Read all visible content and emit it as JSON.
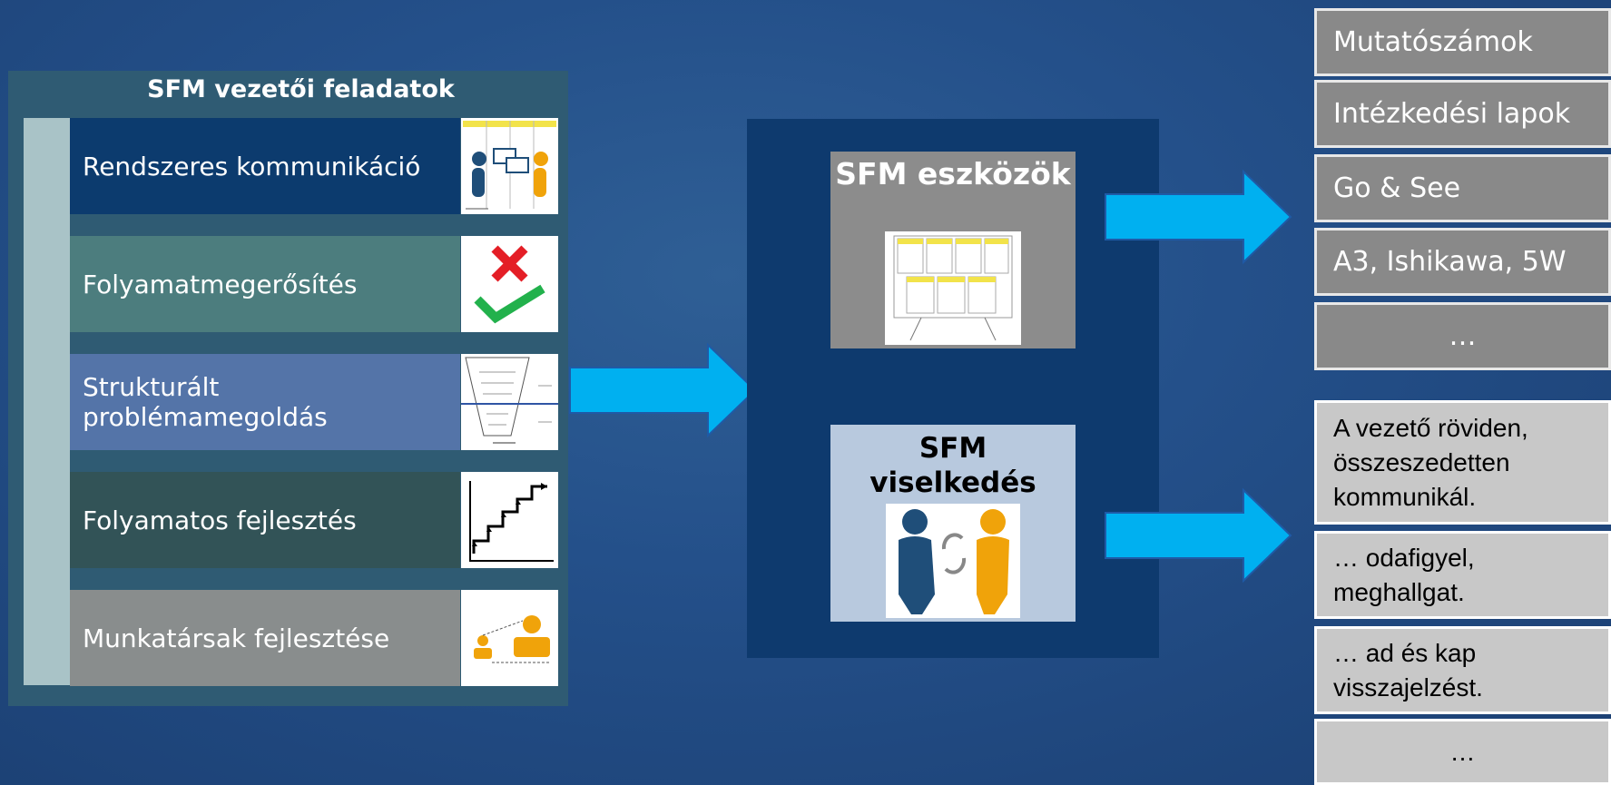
{
  "left": {
    "title": "SFM vezetői feladatok",
    "tasks": [
      {
        "label": "Rendszeres kommunikáció",
        "color": "#0c3b6e"
      },
      {
        "label": "Folyamatmegerősítés",
        "color": "#4c7d7e"
      },
      {
        "label": "Strukturált problémamegoldás",
        "color": "#5474a8"
      },
      {
        "label": "Folyamatos fejlesztés",
        "color": "#325357"
      },
      {
        "label": "Munkatársak fejlesztése",
        "color": "#898d8d"
      }
    ]
  },
  "middle": {
    "tools_title": "SFM eszközök",
    "behavior_title_1": "SFM",
    "behavior_title_2": "viselkedés"
  },
  "right": {
    "tools": [
      "Mutatószámok",
      "Intézkedési lapok",
      "Go & See",
      "A3, Ishikawa, 5W",
      "…"
    ],
    "behaviors": [
      "A vezető röviden, összeszedetten kommunikál.",
      "… odafigyel, meghallgat.",
      "… ad és kap visszajelzést.",
      "…"
    ]
  },
  "colors": {
    "arrow": "#00b0f0",
    "background": "#23508a"
  }
}
